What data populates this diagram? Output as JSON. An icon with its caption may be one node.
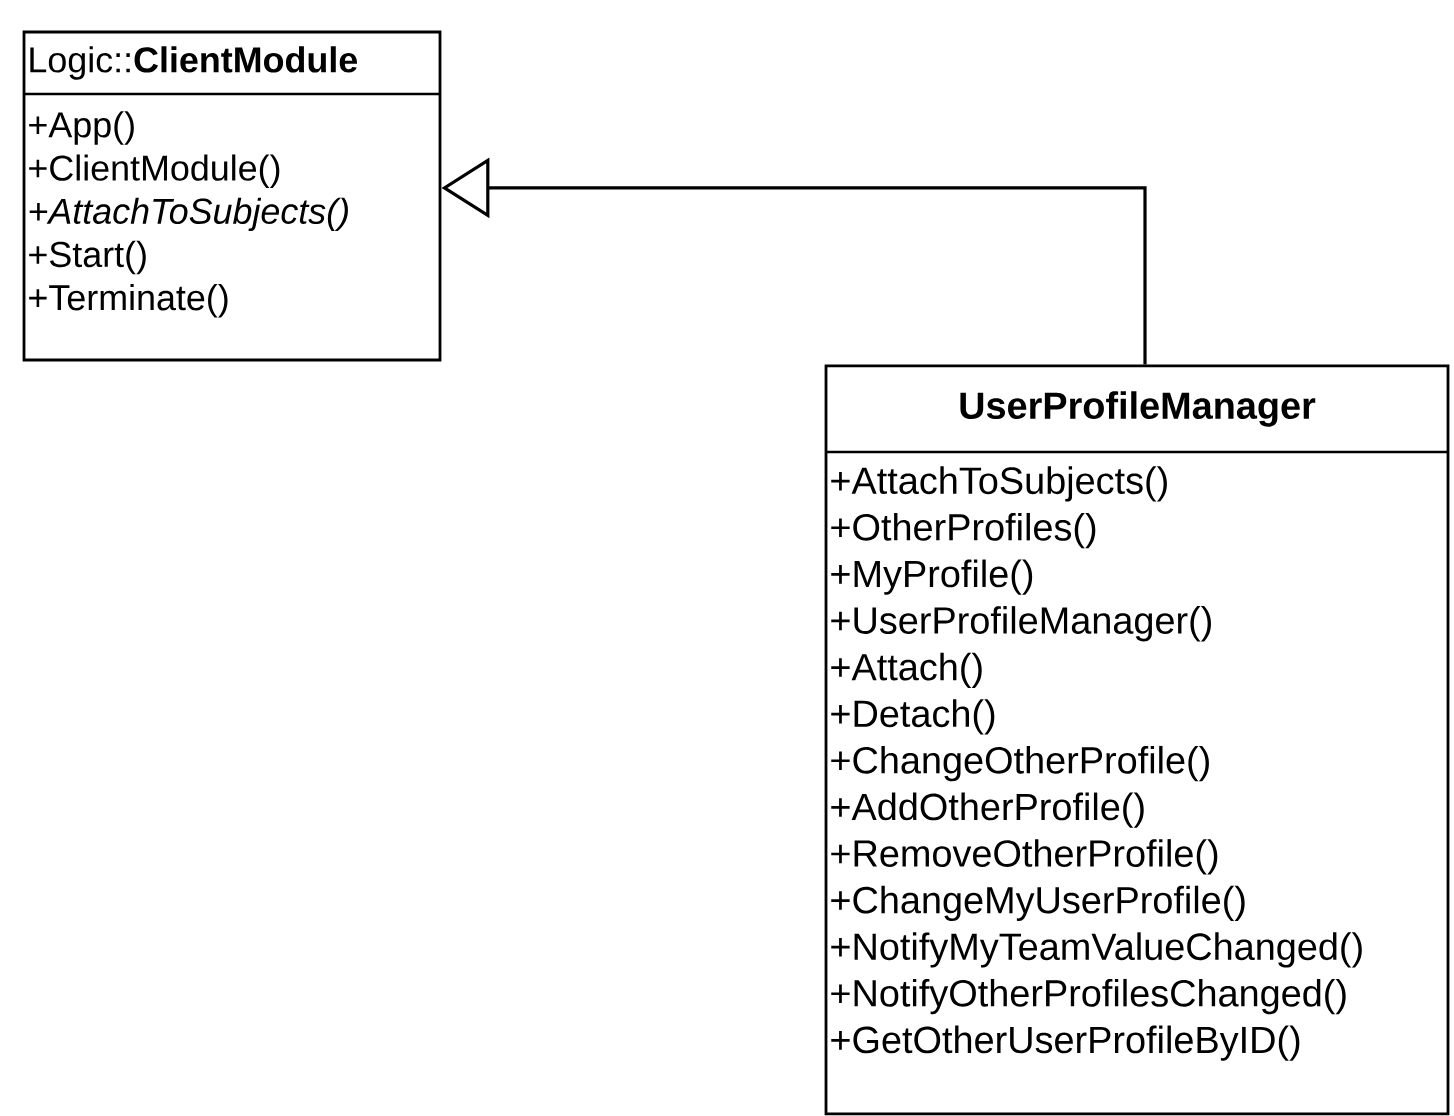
{
  "diagram": {
    "nodes": [
      {
        "text": [
          "Logic::**ClientModule**",
          "+App()",
          "+ClientModule()",
          "*+AttachToSubjects()*",
          "+Start()",
          "+Terminate()"
        ]
      },
      {
        "text": [
          "UserProfileManager",
          "+AttachToSubjects()",
          "+OtherProfiles()",
          "+MyProfile()",
          "+UserProfileManager()",
          "+Attach()",
          "+Detach()",
          "+ChangeOtherProfile()",
          "+AddOtherProfile()",
          "+RemoveOtherProfile()",
          "+ChangeMyUserProfile()",
          "+NotifyMyTeamValueChanged()",
          "+NotifyOtherProfilesChanged()",
          "+GetOtherUserProfileByID()"
        ]
      }
    ],
    "edges": [
      {
        "from": 1,
        "to": 0,
        "arrow": "to"
      }
    ]
  }
}
